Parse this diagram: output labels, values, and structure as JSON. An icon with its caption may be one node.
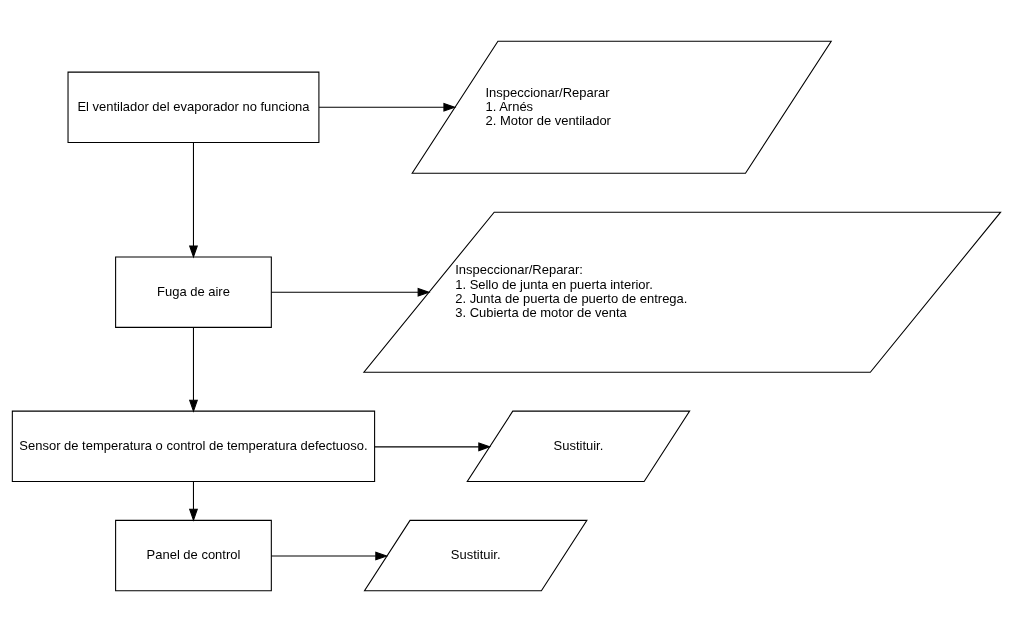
{
  "diagram": {
    "nodes": [
      {
        "text": [
          "El ventilador del evaporador no funciona"
        ]
      },
      {
        "text": [
          "Inspeccionar/Reparar",
          "1. Arnés",
          "2. Motor de ventilador"
        ]
      },
      {
        "text": [
          "Fuga de aire"
        ]
      },
      {
        "text": [
          "Inspeccionar/Reparar:",
          "1. Sello de junta en puerta interior.",
          "2. Junta de puerta de puerto de entrega.",
          "3. Cubierta de motor de venta"
        ]
      },
      {
        "text": [
          "Sensor de temperatura o control de temperatura defectuoso."
        ]
      },
      {
        "text": [
          "Sustituir."
        ]
      },
      {
        "text": [
          "Panel de control"
        ]
      },
      {
        "text": [
          "Sustituir."
        ]
      }
    ],
    "edges": [
      {
        "from": 0,
        "to": 1,
        "arrow": "to"
      },
      {
        "from": 0,
        "to": 2,
        "arrow": "to"
      },
      {
        "from": 2,
        "to": 3,
        "arrow": "to"
      },
      {
        "from": 2,
        "to": 4,
        "arrow": "to"
      },
      {
        "from": 4,
        "to": 5,
        "arrow": "to"
      },
      {
        "from": 4,
        "to": 6,
        "arrow": "to"
      },
      {
        "from": 6,
        "to": 7,
        "arrow": "to"
      }
    ]
  }
}
